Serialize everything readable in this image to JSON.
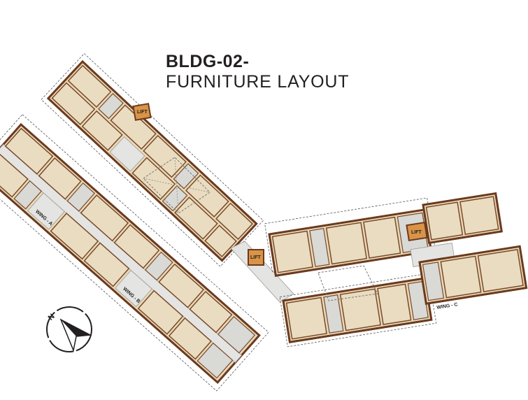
{
  "title": {
    "line1": "BLDG-02-",
    "line2": "FURNITURE LAYOUT"
  },
  "wings": [
    {
      "label": "WING - A"
    },
    {
      "label": "WING - B"
    },
    {
      "label": "WING - C"
    }
  ],
  "lifts": [
    {
      "label": "LIFT"
    },
    {
      "label": "LIFT"
    },
    {
      "label": "LIFT"
    }
  ],
  "compass": {
    "label": "N",
    "icon": "north-arrow-icon"
  },
  "colors": {
    "wall": "#6b3a1e",
    "room": "#eadcc0",
    "lift": "#d99447",
    "corridor": "#e4e4e2"
  }
}
